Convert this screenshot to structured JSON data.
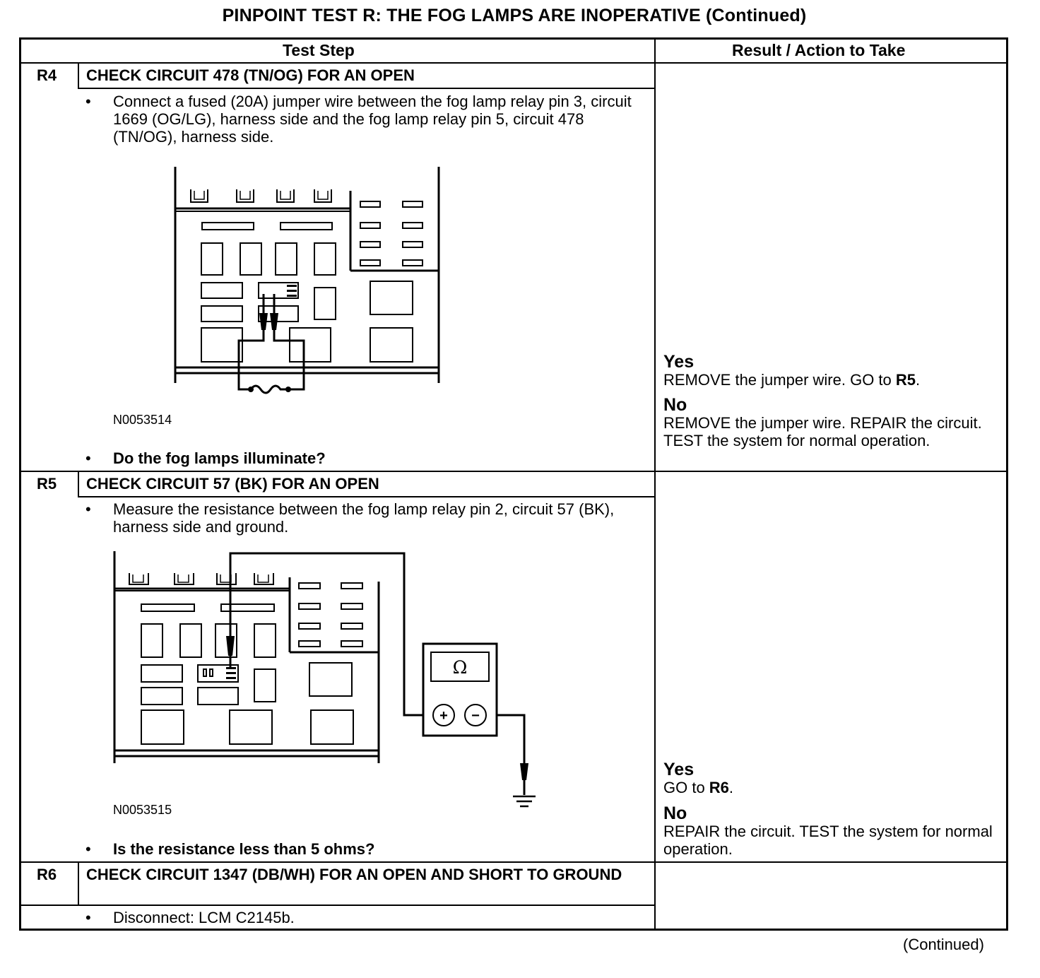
{
  "title": "PINPOINT TEST R: THE FOG LAMPS ARE INOPERATIVE (Continued)",
  "table": {
    "col_headers": [
      "Test Step",
      "Result / Action to Take"
    ]
  },
  "steps": [
    {
      "id": "R4",
      "title": "CHECK CIRCUIT 478 (TN/OG) FOR AN OPEN",
      "instruction": "Connect a fused (20A) jumper wire between the fog lamp relay pin 3, circuit 1669 (OG/LG), harness side and the fog lamp relay pin 5, circuit 478 (TN/OG), harness side.",
      "figure_id": "N0053514",
      "question": "Do the fog lamps illuminate?",
      "yes_label": "Yes",
      "yes_text": "REMOVE the jumper wire. GO to ",
      "yes_ref": "R5",
      "yes_end": ".",
      "no_label": "No",
      "no_text": "REMOVE the jumper wire. REPAIR the circuit. TEST the system for normal operation."
    },
    {
      "id": "R5",
      "title": "CHECK CIRCUIT 57 (BK) FOR AN OPEN",
      "instruction": "Measure the resistance between the fog lamp relay pin 2, circuit 57 (BK), harness side and ground.",
      "figure_id": "N0053515",
      "meter_symbol": "Ω",
      "meter_plus": "+",
      "meter_minus": "−",
      "question": "Is the resistance less than 5 ohms?",
      "yes_label": "Yes",
      "yes_text": "GO to ",
      "yes_ref": "R6",
      "yes_end": ".",
      "no_label": "No",
      "no_text": "REPAIR the circuit. TEST the system for normal operation."
    },
    {
      "id": "R6",
      "title": "CHECK CIRCUIT 1347 (DB/WH) FOR AN OPEN AND SHORT TO GROUND",
      "instruction": "Disconnect: LCM C2145b."
    }
  ],
  "bullet_glyph": "•",
  "footer": "(Continued)"
}
